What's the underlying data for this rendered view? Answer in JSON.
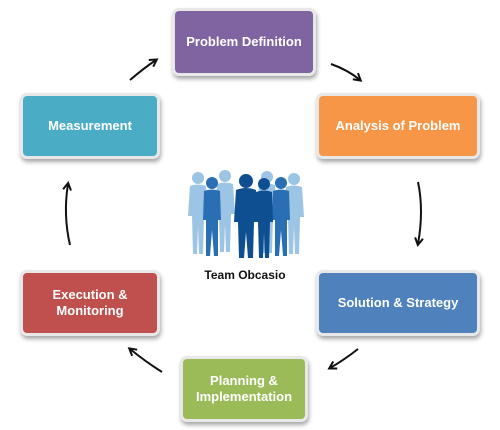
{
  "steps": [
    {
      "id": "problem",
      "label": "Problem Definition",
      "color": "#8064a2"
    },
    {
      "id": "analysis",
      "label": "Analysis of Problem",
      "color": "#f79646"
    },
    {
      "id": "solution",
      "label": "Solution & Strategy",
      "color": "#4f81bd"
    },
    {
      "id": "planning",
      "label": "Planning & Implementation",
      "color": "#9bbb59"
    },
    {
      "id": "execution",
      "label": "Execution & Monitoring",
      "color": "#c0504d"
    },
    {
      "id": "measurement",
      "label": "Measurement",
      "color": "#4bacc6"
    }
  ],
  "center": {
    "label": "Team Obcasio",
    "icon": "team-people-silhouette-icon",
    "figure_colors": [
      "#9cc4e4",
      "#2a6fb4",
      "#0d4f91"
    ]
  },
  "arrow_color": "#111111"
}
